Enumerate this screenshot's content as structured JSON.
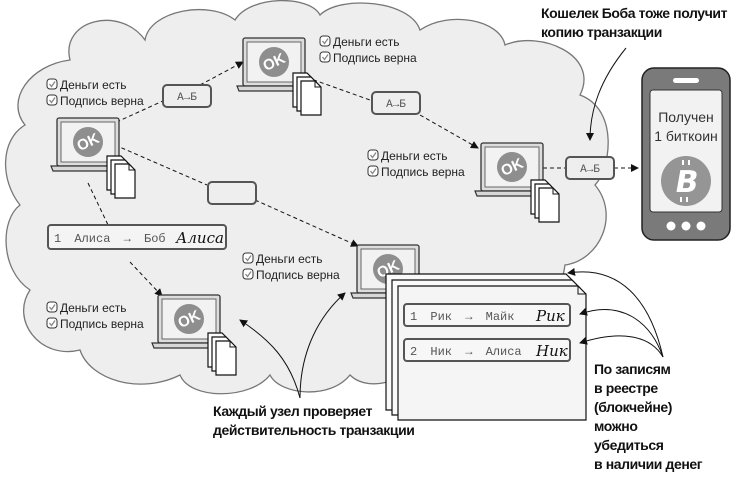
{
  "diagram": {
    "title": "Bitcoin transaction propagation through the network",
    "check_labels": [
      "Деньги есть",
      "Подпись верна"
    ],
    "node_screen_label": "OK",
    "nodes": [
      {
        "id": "sender-node",
        "checks": [
          "Деньги есть",
          "Подпись верна"
        ]
      },
      {
        "id": "top-node",
        "checks": [
          "Деньги есть",
          "Подпись верна"
        ]
      },
      {
        "id": "right-node",
        "checks": [
          "Деньги есть",
          "Подпись верна"
        ]
      },
      {
        "id": "center-node",
        "checks": [
          "Деньги есть",
          "Подпись верна"
        ]
      },
      {
        "id": "bottom-left-node",
        "checks": [
          "Деньги есть",
          "Подпись верна"
        ]
      }
    ],
    "packet_label": "А→Б",
    "packets": [
      "А→Б",
      "А→Б",
      "А→Б",
      ""
    ],
    "alice_transaction": {
      "number": "1",
      "from": "Алиса",
      "arrow": "→",
      "to": "Боб",
      "signature": "Алиса"
    },
    "ledger": {
      "entries": [
        {
          "number": "1",
          "from": "Рик",
          "arrow": "→",
          "to": "Майк",
          "signature": "Рик"
        },
        {
          "number": "2",
          "from": "Ник",
          "arrow": "→",
          "to": "Алиса",
          "signature": "Ник"
        }
      ]
    },
    "phone": {
      "line1": "Получен",
      "line2": "1 биткоин",
      "icon": "bitcoin-icon"
    },
    "callouts": {
      "wallet": [
        "Кошелек Боба тоже получит",
        "копию транзакции"
      ],
      "verify": [
        "Каждый узел проверяет",
        "действительность транзакции"
      ],
      "ledger": [
        "По записям",
        "в реестре",
        "(блокчейне)",
        "можно",
        "убедиться",
        "в наличии денег"
      ]
    },
    "colors": {
      "cloud_fill": "#eeeeee",
      "cloud_stroke": "#777777",
      "ok_badge": "#8e8e8e",
      "phone_body": "#7a7a7a",
      "box_stroke": "#555555"
    }
  }
}
